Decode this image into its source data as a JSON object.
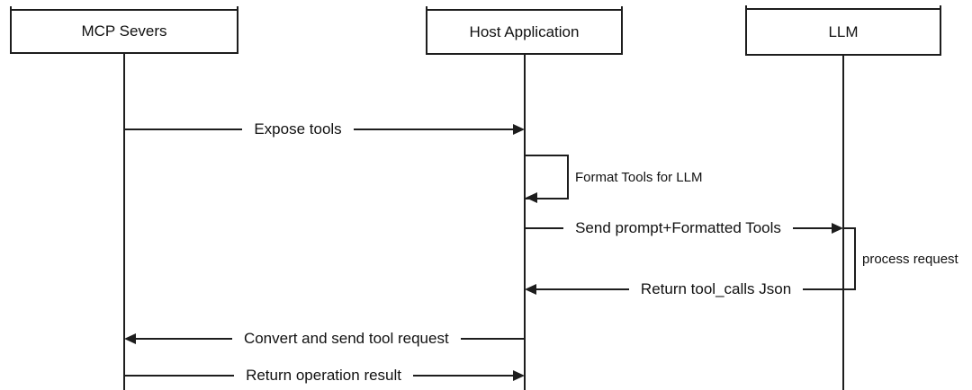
{
  "diagram": {
    "type": "sequence-diagram",
    "participants": [
      {
        "id": "mcp",
        "label": "MCP Severs"
      },
      {
        "id": "host",
        "label": "Host Application"
      },
      {
        "id": "llm",
        "label": "LLM"
      }
    ],
    "messages": [
      {
        "label": "Expose tools",
        "from": "mcp",
        "to": "host",
        "kind": "arrow-right"
      },
      {
        "label": "Format Tools for LLM",
        "on": "host",
        "kind": "self-loop"
      },
      {
        "label": "Send prompt+Formatted Tools",
        "from": "host",
        "to": "llm",
        "kind": "arrow-right"
      },
      {
        "label": "process request",
        "on": "llm",
        "kind": "activation"
      },
      {
        "label": "Return tool_calls Json",
        "from": "llm",
        "to": "host",
        "kind": "arrow-left"
      },
      {
        "label": "Convert and send tool request",
        "from": "host",
        "to": "mcp",
        "kind": "arrow-left"
      },
      {
        "label": "Return operation result",
        "from": "mcp",
        "to": "host",
        "kind": "arrow-right"
      }
    ],
    "colors": {
      "line": "#1d1d1d",
      "text": "#111111",
      "background": "#ffffff"
    }
  }
}
